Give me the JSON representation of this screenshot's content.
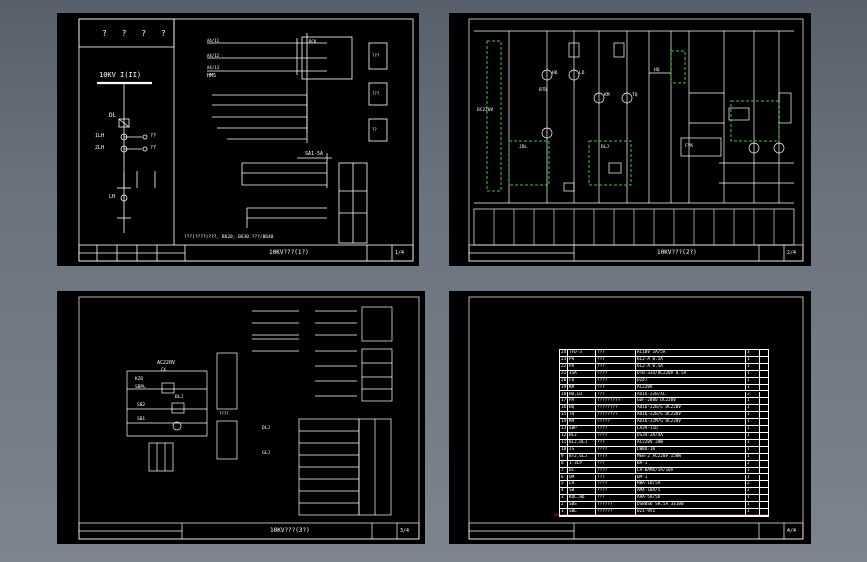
{
  "canvas": {
    "background": "#6b737f"
  },
  "colors": {
    "line": "#ffffff",
    "green_box": "#3fbf3f",
    "red_line": "#e03030",
    "sheet": "#000000"
  },
  "sheets": [
    {
      "id": "sheet-1",
      "title": "10KV???(1?)",
      "page": "1/4",
      "header_label": "? ? ? ?",
      "bus_label": "10KV I(II)",
      "labels": [
        "DL",
        "1LH",
        "2LH",
        "??",
        "??",
        "LH",
        "HMS",
        "SA1-5A",
        "A4/11",
        "A4/12",
        "A4/13",
        "RCK",
        "???",
        "???",
        "??"
      ],
      "note": "???(????)???, B620, B630 ???/B640"
    },
    {
      "id": "sheet-2",
      "title": "10KV???(2?)",
      "page": "2/4",
      "labels": [
        "DC220V",
        "HD",
        "LD",
        "BTD",
        "KM",
        "TQ",
        "HQ",
        "JDL",
        "DLJ",
        "FYK"
      ]
    },
    {
      "id": "sheet-3",
      "title": "10KV???(3?)",
      "page": "3/4",
      "labels": [
        "AC220V",
        "CX",
        "KZQ",
        "SBPL",
        "SB2",
        "SB1",
        "BLJ",
        "DLJ",
        "GLJ",
        "????"
      ]
    },
    {
      "id": "sheet-4",
      "title": "",
      "page": "4/4",
      "parts_table": {
        "rows": [
          [
            "24",
            "TFD-3",
            "???",
            "AC10V 5A/5A",
            "3"
          ],
          [
            "23",
            "PA",
            "???",
            "6L2-A  0.5A",
            "1"
          ],
          [
            "22",
            "PA",
            "???",
            "6L2-A  0.5A",
            "1"
          ],
          [
            "21",
            "1SA",
            "????",
            "DTB-334/DC220V 0.5A",
            "1"
          ],
          [
            "20",
            "FU",
            "????",
            "DZ47",
            "1"
          ],
          [
            "19",
            "KM",
            "???",
            "AC220V",
            "1"
          ],
          [
            "18",
            "HD,LD",
            "???",
            "AD16-22B/XL",
            "2"
          ],
          [
            "17",
            "PA",
            "?????????",
            "GDF-2800 DC220V",
            "1"
          ],
          [
            "16",
            "HQ",
            "????????",
            "AD16-22B/G DC220V",
            "1"
          ],
          [
            "15",
            "TQ",
            "????????",
            "AD16-22B/G DC220V",
            "1"
          ],
          [
            "14",
            "KM",
            "?????",
            "AD16-22M/G DC220V",
            "1"
          ],
          [
            "13",
            "SBP",
            "????",
            "LA39-11D",
            "1"
          ],
          [
            "12",
            "HLJ",
            "????",
            "DS34-2A/4A",
            "1"
          ],
          [
            "11",
            "BLJ,DLJ",
            "???",
            "AC220V 20W",
            "1"
          ],
          [
            "10",
            "JS",
            "????",
            "LW8D-10",
            "1"
          ],
          [
            "9",
            "BTJ,GLJ",
            "????",
            "ME8-2 AC220V 150W",
            "1"
          ],
          [
            "8",
            "1-3LP",
            "???",
            "BA-1",
            "2"
          ],
          [
            "7",
            "DL",
            "????",
            "LA-BAMX/5A/10V",
            "1"
          ],
          [
            "6",
            "QM",
            "???",
            "DM-1",
            "1"
          ],
          [
            "5",
            "LH",
            "????",
            "HBA-10/5A",
            "2"
          ],
          [
            "4",
            "SB",
            "????",
            "AM4-10A/5",
            "2"
          ],
          [
            "3",
            "KDL,HD",
            "???",
            "AAA-5A/5D",
            "1"
          ],
          [
            "2",
            "SBS",
            "??????",
            "DS88S6 SH.5A 3x100",
            "1"
          ],
          [
            "1",
            "SBL",
            "??????",
            "DZ1-951",
            "1"
          ]
        ]
      }
    }
  ]
}
